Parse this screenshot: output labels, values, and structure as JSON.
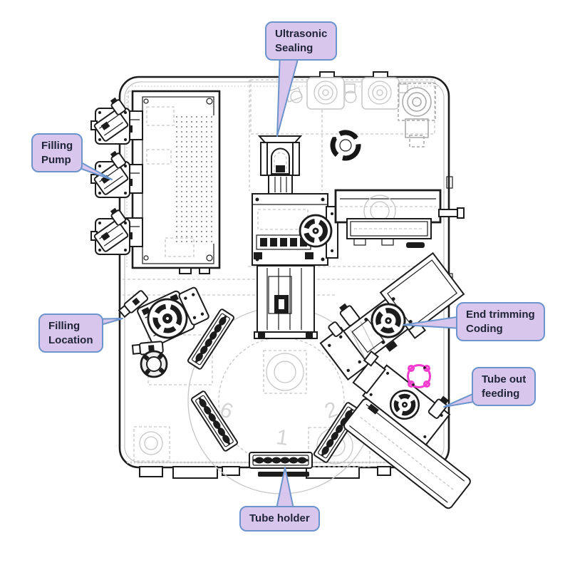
{
  "diagram": {
    "name": "Tube filling machine - top view",
    "callouts": [
      {
        "id": "ultrasonic-sealing",
        "lines": [
          "Ultrasonic",
          "Sealing"
        ]
      },
      {
        "id": "filling-pump",
        "lines": [
          "Filling",
          "Pump"
        ]
      },
      {
        "id": "filling-location",
        "lines": [
          "Filling",
          "Location"
        ]
      },
      {
        "id": "end-trimming-coding",
        "lines": [
          "End trimming",
          "Coding"
        ]
      },
      {
        "id": "tube-out-feeding",
        "lines": [
          "Tube out",
          "feeding"
        ]
      },
      {
        "id": "tube-holder",
        "lines": [
          "Tube holder"
        ]
      }
    ],
    "turntable_numbers": [
      "6",
      "1",
      "2"
    ]
  },
  "colors": {
    "background": "#ffffff",
    "ink": "#1c1c1c",
    "faint": "#c6c6c6",
    "highlight": "#f23cce",
    "callout_fill": "#d9c6ec",
    "callout_border": "#6b94cd",
    "callout_text": "#1f2438"
  }
}
